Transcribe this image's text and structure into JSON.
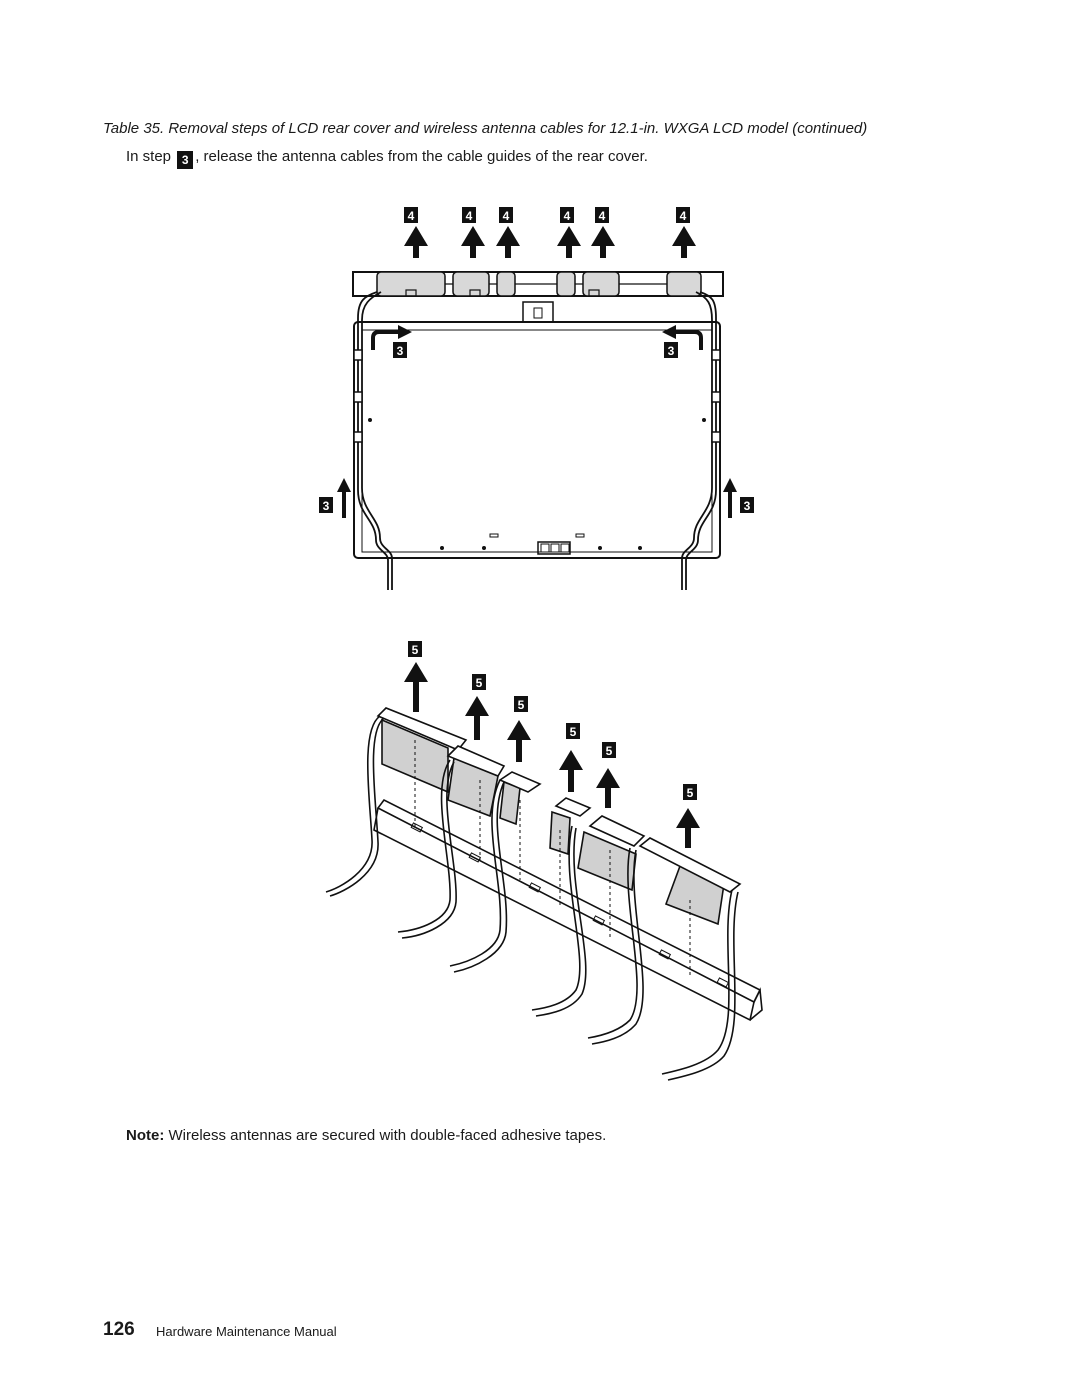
{
  "caption": "Table 35. Removal steps of LCD rear cover and wireless antenna cables for 12.1-in. WXGA LCD model (continued)",
  "intro": {
    "prefix": "In step",
    "step": "3",
    "suffix": ", release the antenna cables from the cable guides of the rear cover."
  },
  "figure_top": {
    "step4_labels": [
      "4",
      "4",
      "4",
      "4",
      "4",
      "4"
    ],
    "step3_labels": [
      "3",
      "3",
      "3",
      "3"
    ]
  },
  "figure_bottom": {
    "step5_labels": [
      "5",
      "5",
      "5",
      "5",
      "5",
      "5"
    ]
  },
  "note": {
    "label": "Note:",
    "text": "Wireless antennas are secured with double-faced adhesive tapes."
  },
  "footer": {
    "page_number": "126",
    "title": "Hardware Maintenance Manual"
  }
}
